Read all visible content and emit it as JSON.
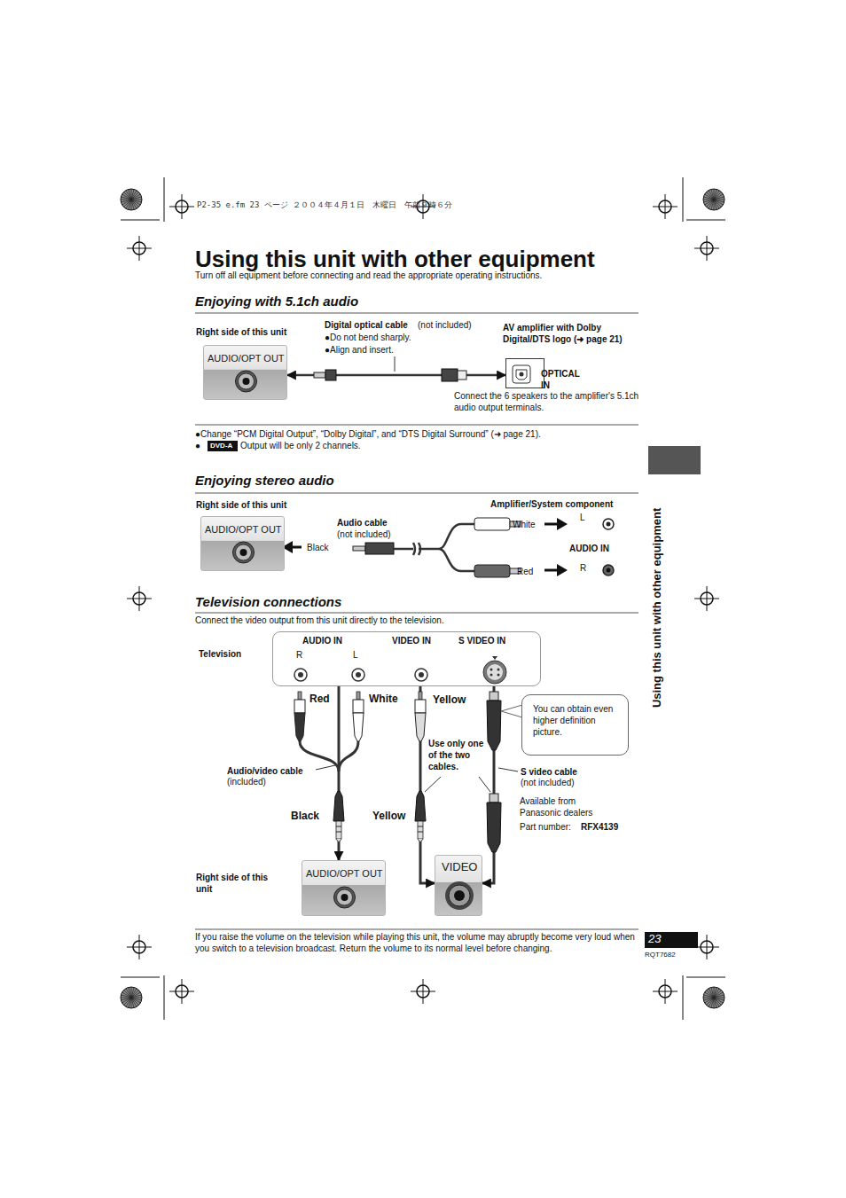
{
  "diagram": {
    "title": "Using this unit with other equipment",
    "nodes": [
      {
        "text": [
          "AUDIO/OPT OUT"
        ]
      },
      {
        "text": [
          "OPTICAL IN"
        ]
      },
      {
        "text": [
          "DVD-A"
        ]
      },
      {
        "text": [
          "AUDIO/OPT OUT"
        ]
      },
      {
        "text": [
          "AUDIO IN",
          "VIDEO IN",
          "S VIDEO IN",
          "R",
          "L"
        ]
      },
      {
        "text": [
          "You can obtain even higher definition picture."
        ]
      },
      {
        "text": [
          "AUDIO/OPT OUT"
        ]
      },
      {
        "text": [
          "VIDEO"
        ]
      },
      {
        "text": [
          "23"
        ]
      }
    ],
    "edges": [
      {
        "from": 0,
        "to": 1,
        "arrow": "both"
      },
      {
        "from": 4,
        "to": 6,
        "arrow": "to"
      },
      {
        "from": 4,
        "to": 7,
        "arrow": "to"
      },
      {
        "from": 4,
        "to": 7,
        "arrow": "to"
      }
    ],
    "labels": [
      "P2-35 e.fm  23 ページ  ２００４年４月１日　木曜日　午前９時６分",
      "Turn off all equipment before connecting and read the appropriate operating instructions.",
      "Enjoying with 5.1ch audio",
      "Right side of this unit",
      "Digital optical cable",
      "(not included)",
      "●Do not bend sharply.",
      "●Align and insert.",
      "AV amplifier with Dolby Digital/DTS logo (➜ page 21)",
      "Connect the 6 speakers to the amplifier's 5.1ch audio output terminals.",
      "●Change “PCM Digital Output”, “Dolby Digital”, and “DTS Digital Surround” (➜ page 21).",
      "●",
      "Output will be only 2 channels.",
      "Enjoying stereo audio",
      "Right side of this unit",
      "Audio cable",
      "(not included)",
      "Black",
      "Amplifier/System component",
      "White",
      "L",
      "AUDIO IN",
      "R",
      "Red",
      "Television connections",
      "Connect the video output from this unit directly to the television.",
      "Television",
      "Red",
      "White",
      "Yellow",
      "Use only one of the two cables.",
      "Audio/video cable",
      "(included)",
      "S video cable",
      "(not included)",
      "Available from Panasonic dealers",
      "Part number:",
      "RFX4139",
      "Black",
      "Yellow",
      "Right side of this unit",
      "If you raise the volume on the television while playing this unit, the volume may abruptly become very loud when you switch to a television broadcast. Return the volume to its normal level before changing.",
      "RQT7682",
      "Using this unit with other equipment"
    ]
  }
}
